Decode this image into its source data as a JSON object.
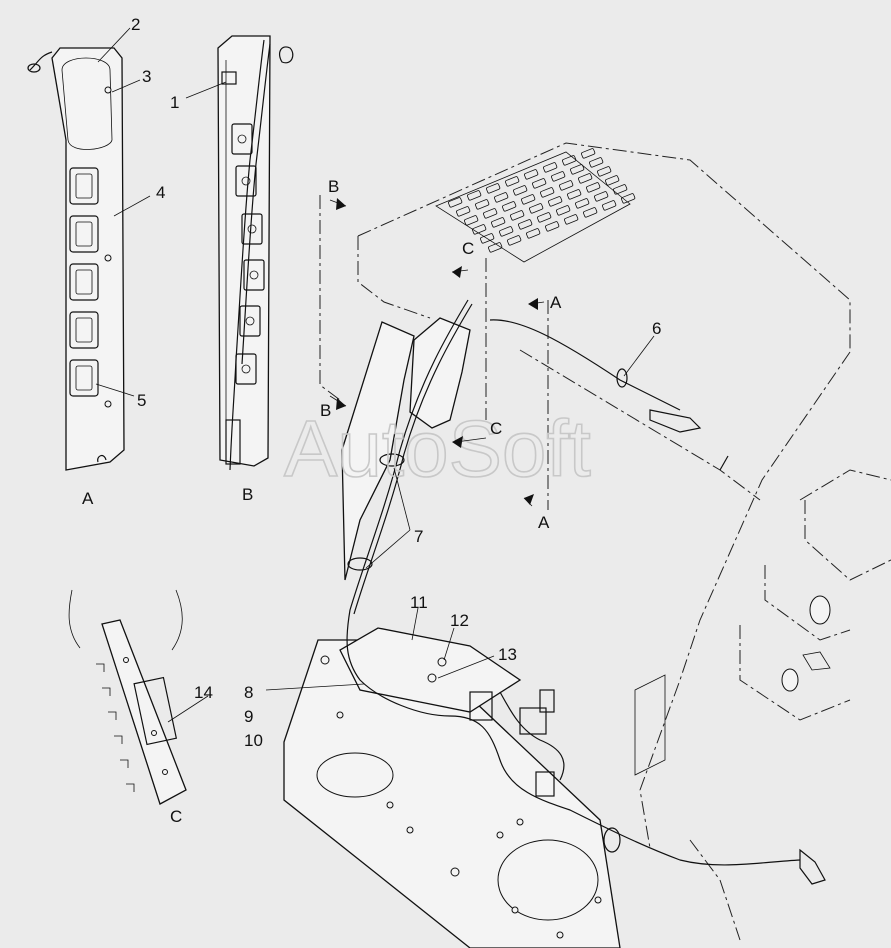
{
  "watermark": "AutoSoft",
  "callouts": {
    "c1": "1",
    "c2": "2",
    "c3": "3",
    "c4": "4",
    "c5": "5",
    "c6": "6",
    "c7": "7",
    "c8": "8",
    "c9": "9",
    "c10": "10",
    "c11": "11",
    "c12": "12",
    "c13": "13",
    "c14": "14"
  },
  "view_labels": {
    "a_left": "A",
    "b_left": "B",
    "c_view": "C",
    "b_top": "B",
    "c_top": "C",
    "a_right": "A",
    "b_mid": "B",
    "c_mid": "C",
    "a_mid": "A"
  }
}
